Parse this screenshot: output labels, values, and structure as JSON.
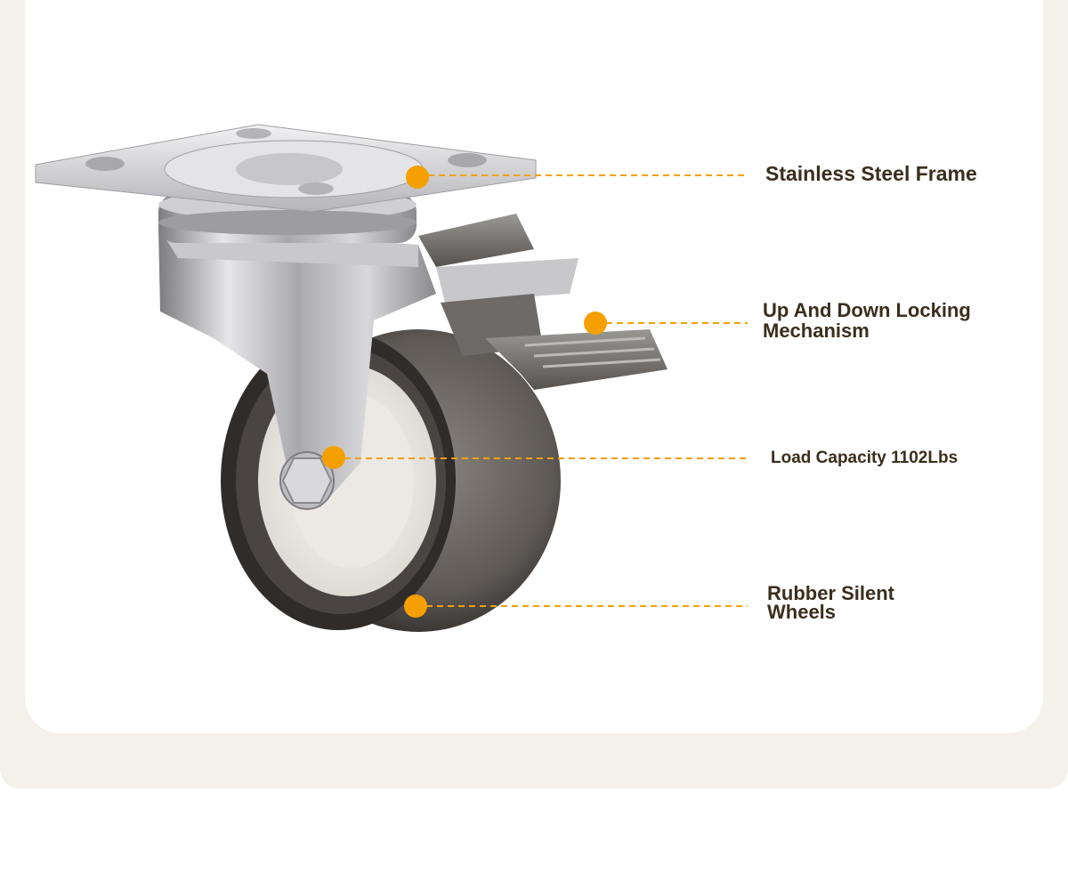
{
  "colors": {
    "accent_orange": "#f5a000",
    "label_text": "#3a2e1c",
    "panel_beige": "#f4f1ea"
  },
  "callouts": [
    {
      "line1": "Stainless Steel Frame",
      "line2": ""
    },
    {
      "line1": "Up And Down Locking",
      "line2": "Mechanism"
    },
    {
      "line1": "Load Capacity 1102Lbs",
      "line2": ""
    },
    {
      "line1": "Rubber Silent",
      "line2": "Wheels"
    }
  ],
  "image": {
    "subject": "swivel-caster-wheel-with-brake"
  }
}
